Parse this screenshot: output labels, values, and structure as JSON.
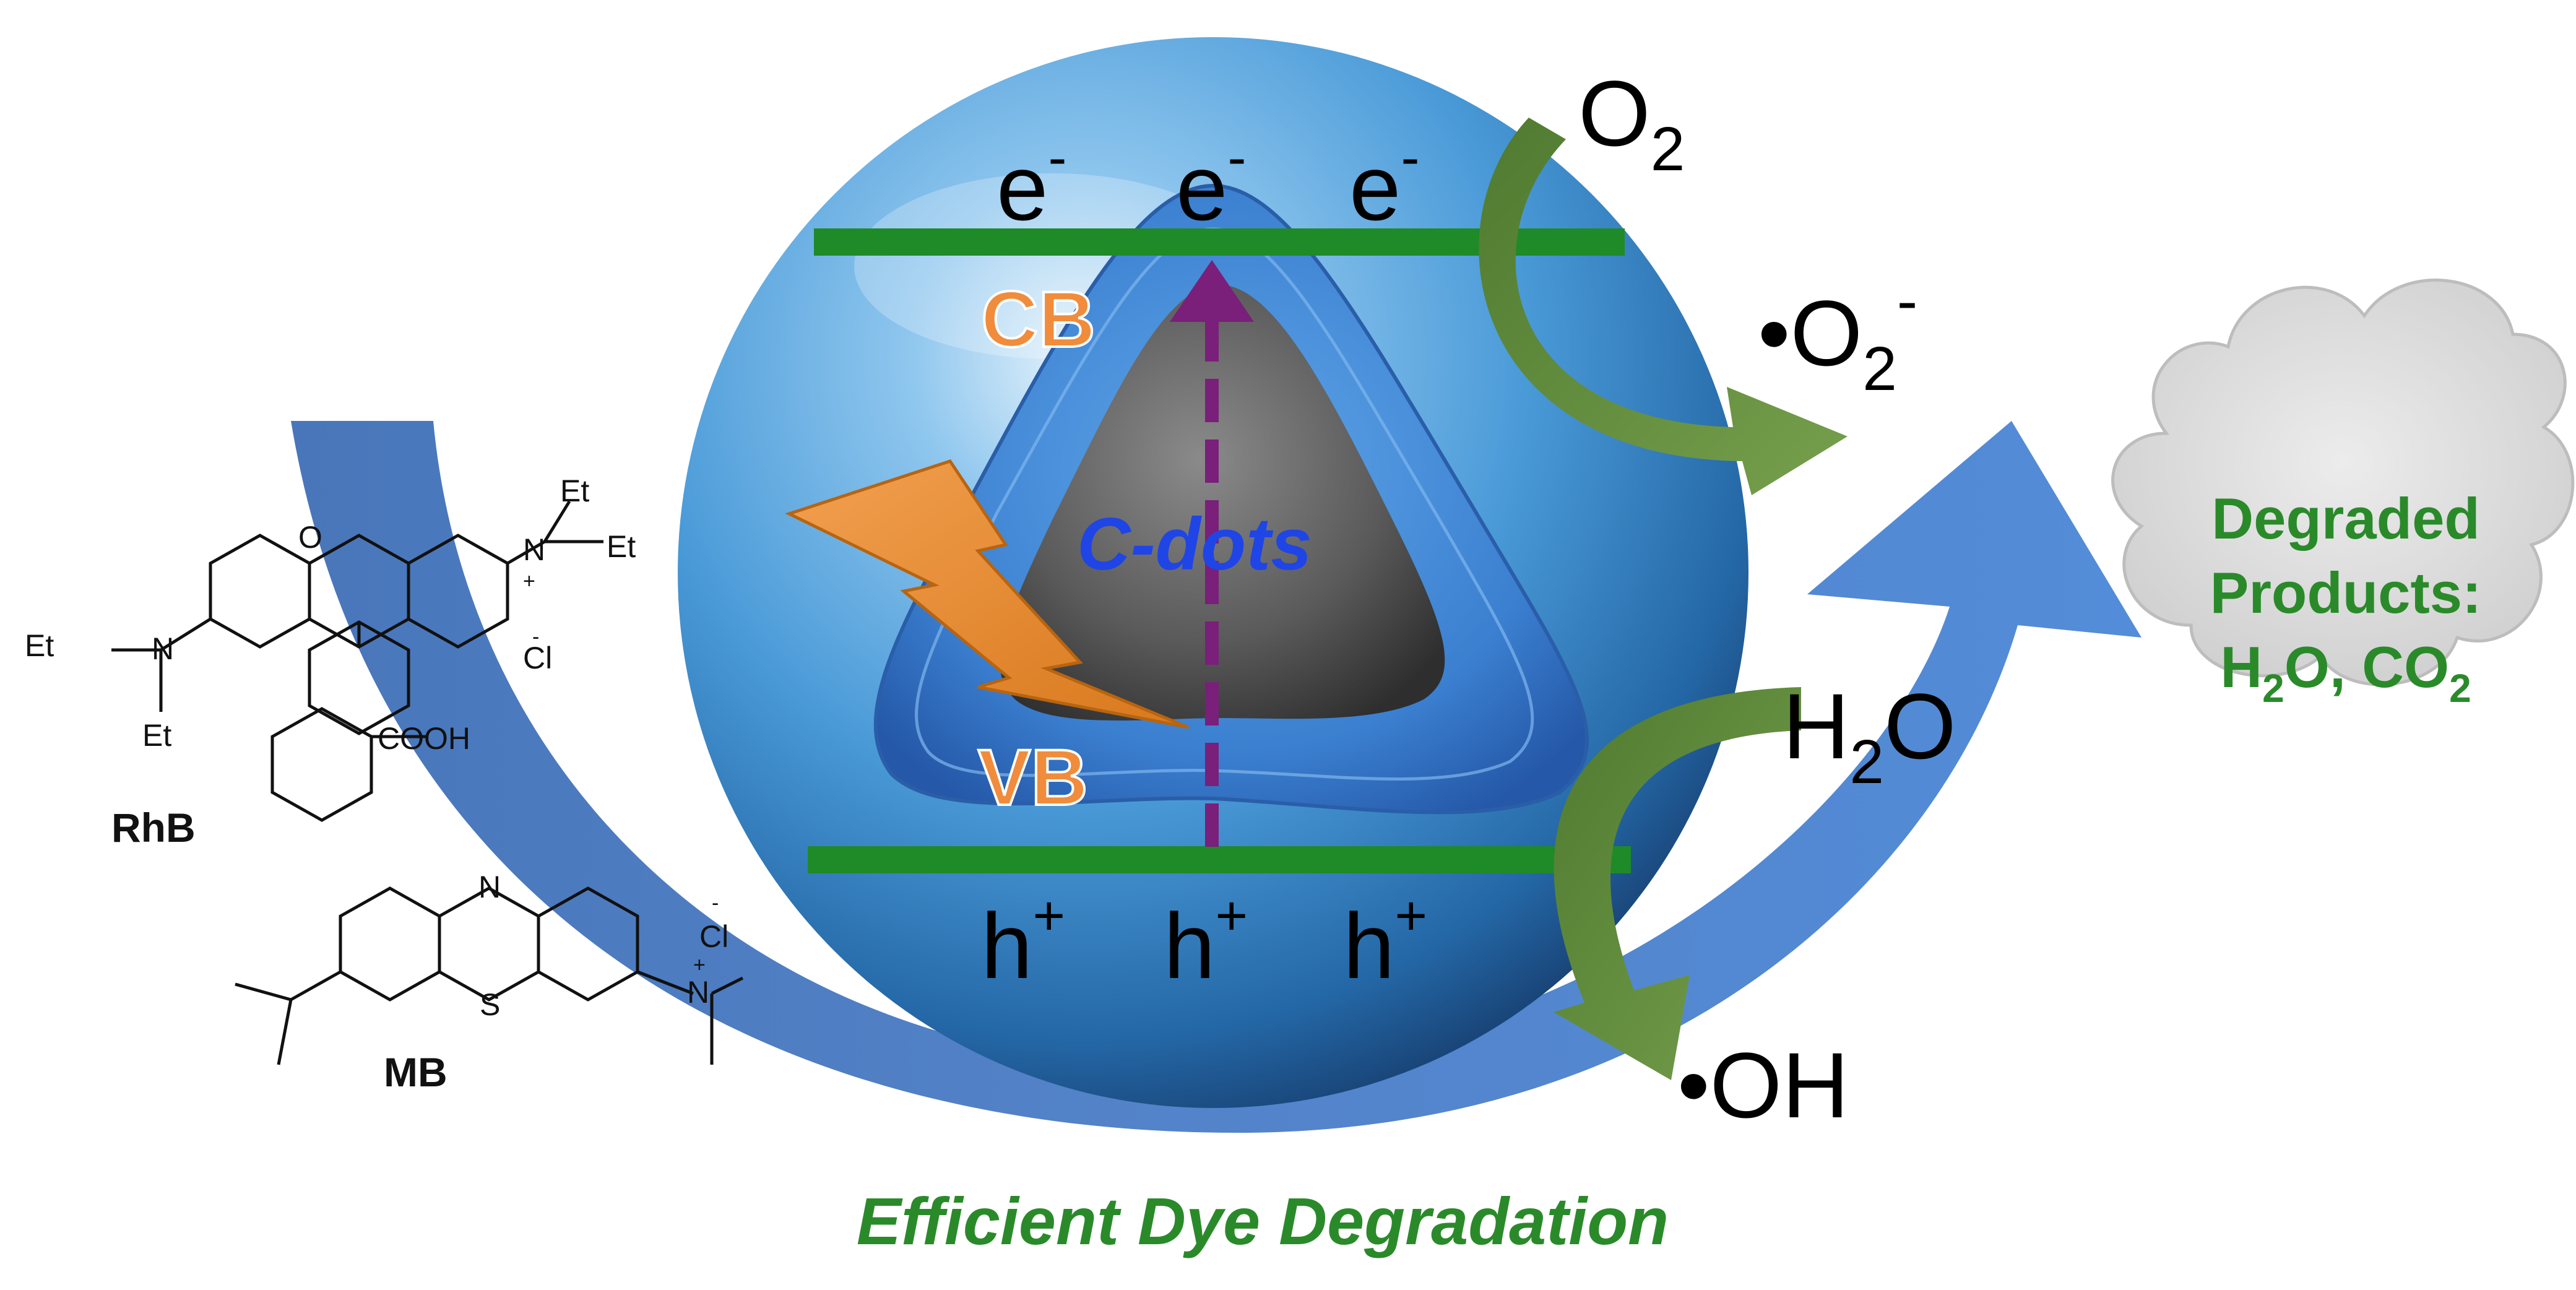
{
  "caption": "Efficient Dye Degradation",
  "core_label": "C-dots",
  "band_labels": {
    "cb": "CB",
    "vb": "VB"
  },
  "electrons": [
    "e",
    "e",
    "e"
  ],
  "electron_charge": "-",
  "holes": [
    "h",
    "h",
    "h"
  ],
  "hole_charge": "+",
  "species": {
    "o2": {
      "base": "O",
      "sub": "2"
    },
    "superoxide": {
      "dot": "•",
      "base": "O",
      "sub": "2",
      "sup": "-"
    },
    "h2o": {
      "base1": "H",
      "sub": "2",
      "base2": "O"
    },
    "hydroxyl": {
      "dot": "•",
      "base": "OH"
    }
  },
  "products": {
    "line1": "Degraded",
    "line2": "Products:",
    "line3_a": "H",
    "line3_sub1": "2",
    "line3_b": "O, CO",
    "line3_sub2": "2"
  },
  "rhb": {
    "name": "RhB",
    "o_atom": "O",
    "n_right": "N",
    "et1": "Et",
    "et2": "Et",
    "et3": "Et",
    "et4": "Et",
    "n_left": "N",
    "plus": "+",
    "minus": "-",
    "cl": "Cl",
    "cooh": "COOH"
  },
  "mb": {
    "name": "MB",
    "n_top": "N",
    "s_atom": "S",
    "n_right": "N",
    "plus": "+",
    "minus": "-",
    "cl": "Cl"
  },
  "colors": {
    "green": "#2a8a2a",
    "band_line": "#1f8a28",
    "orange": "#f08c3c",
    "blue_label": "#1f45e6",
    "purple": "#7a1f7a",
    "arrow_blue": "#4a78c8",
    "green_arrow": "#5f8a3c"
  }
}
